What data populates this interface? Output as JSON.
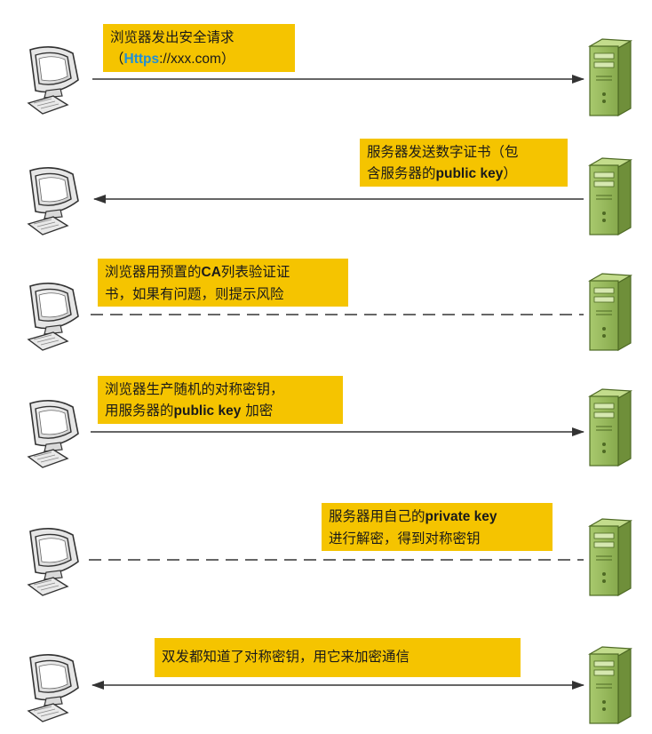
{
  "steps": [
    {
      "line1": "浏览器发出安全请求",
      "line2_open": "（",
      "line2_https": "Https",
      "line2_rest": "://xxx.com）",
      "direction": "to-server",
      "style": "solid"
    },
    {
      "line1": "服务器发送数字证书（包",
      "line2_pre": "含服务器的",
      "line2_bold": "public key",
      "line2_post": "）",
      "direction": "to-browser",
      "style": "solid"
    },
    {
      "line1_pre": "浏览器用预置的",
      "line1_bold": "CA",
      "line1_post": "列表验证证",
      "line2": "书，如果有问题，则提示风险",
      "direction": "none",
      "style": "dashed"
    },
    {
      "line1": "浏览器生产随机的对称密钥，",
      "line2_pre": "用服务器的",
      "line2_bold": "public key",
      "line2_post": " 加密",
      "direction": "to-server",
      "style": "solid"
    },
    {
      "line1_pre": "服务器用自己的",
      "line1_bold": "private key",
      "line2": "进行解密，得到对称密钥",
      "direction": "none",
      "style": "dashed"
    },
    {
      "line1": "双发都知道了对称密钥，用它来加密通信",
      "direction": "both",
      "style": "solid"
    }
  ],
  "icons": {
    "client": "computer-monitor-icon",
    "server": "server-tower-icon"
  },
  "colors": {
    "label_bg": "#f5c400",
    "arrow": "#333333",
    "server_fill": "#8fb257",
    "https_text": "#1e8fd8"
  }
}
